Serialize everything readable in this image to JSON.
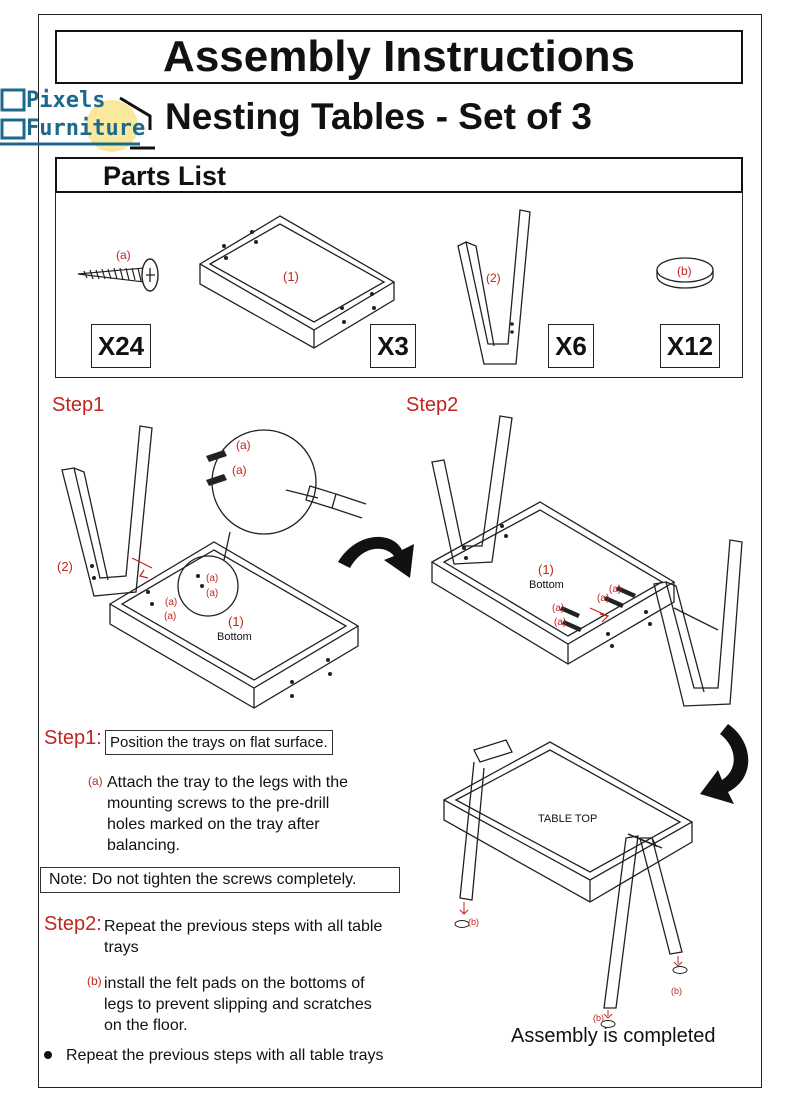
{
  "header": {
    "title": "Assembly Instructions",
    "subtitle": "Nesting Tables - Set of 3",
    "logo_line1": "Pixels",
    "logo_line2": "Furniture"
  },
  "parts": {
    "heading": "Parts List",
    "items": [
      {
        "label": "(a)",
        "qty": "X24",
        "icon": "screw-icon"
      },
      {
        "label": "(1)",
        "qty": "X3",
        "icon": "tray-icon"
      },
      {
        "label": "(2)",
        "qty": "X6",
        "icon": "leg-icon"
      },
      {
        "label": "(b)",
        "qty": "X12",
        "icon": "felt-pad-icon"
      }
    ]
  },
  "steps": {
    "step1_heading": "Step1",
    "step2_heading": "Step2",
    "diagram_labels": {
      "leg": "(2)",
      "tray": "(1)",
      "bottom": "Bottom",
      "screw": "(a)",
      "pad": "(b)",
      "table_top": "TABLE TOP"
    }
  },
  "instructions": {
    "step1_label": "Step1:",
    "step1_text": "Position the trays on flat surface.",
    "a_marker": "(a)",
    "a_text_lines": [
      "Attach the tray to the legs with the",
      "mounting screws to the pre-drill",
      "holes marked on the tray after",
      "balancing."
    ],
    "note": "Note: Do not tighten the screws completely.",
    "step2_label": "Step2:",
    "step2_text_lines": [
      "Repeat the previous steps with all table",
      "trays"
    ],
    "b_marker": "(b)",
    "b_text_lines": [
      "install the felt pads on the bottoms of",
      "legs to prevent slipping and scratches",
      "on the floor."
    ],
    "bullet_text": "Repeat the previous steps with all table trays",
    "completed": "Assembly is completed"
  },
  "colors": {
    "accent_red": "#c0251f",
    "logo_blue": "#1b6a8c",
    "logo_yellow": "#f5d64a"
  }
}
